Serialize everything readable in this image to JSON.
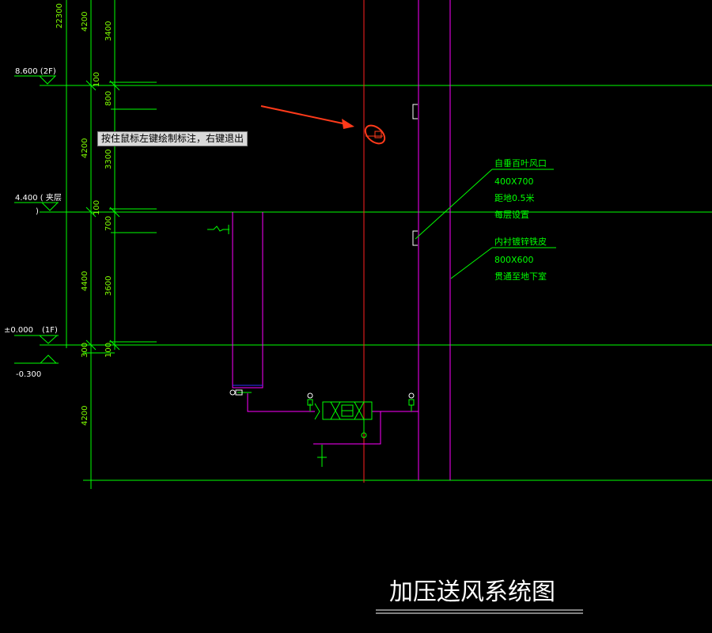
{
  "tooltip": "按住鼠标左键绘制标注，右键退出",
  "title": "加压送风系统图",
  "levels": {
    "l2f": "8.600 (2F)",
    "mezz": "4.400 ( 夹层",
    "mezz_close": ")",
    "l1f_elev": "±0.000",
    "l1f_name": "(1F)",
    "base": "-0.300"
  },
  "dims_outer": [
    "22300",
    "4200",
    "4200",
    "4400",
    "4200"
  ],
  "dims_inner": [
    "3400",
    "100",
    "800",
    "3300",
    "100",
    "700",
    "3600",
    "300",
    "100"
  ],
  "notes": {
    "outlet": [
      "自垂百叶风口",
      "400X700",
      "距地0.5米",
      "每层设置"
    ],
    "shaft": [
      "内衬镀锌铁皮",
      "800X600",
      "贯通至地下室"
    ]
  },
  "colors": {
    "bg": "#000000",
    "green": "#00ff00",
    "red": "#ff2020",
    "magenta": "#ff00ff",
    "blue": "#3030ff",
    "white": "#ffffff",
    "annotation": "#ff3a1a"
  }
}
